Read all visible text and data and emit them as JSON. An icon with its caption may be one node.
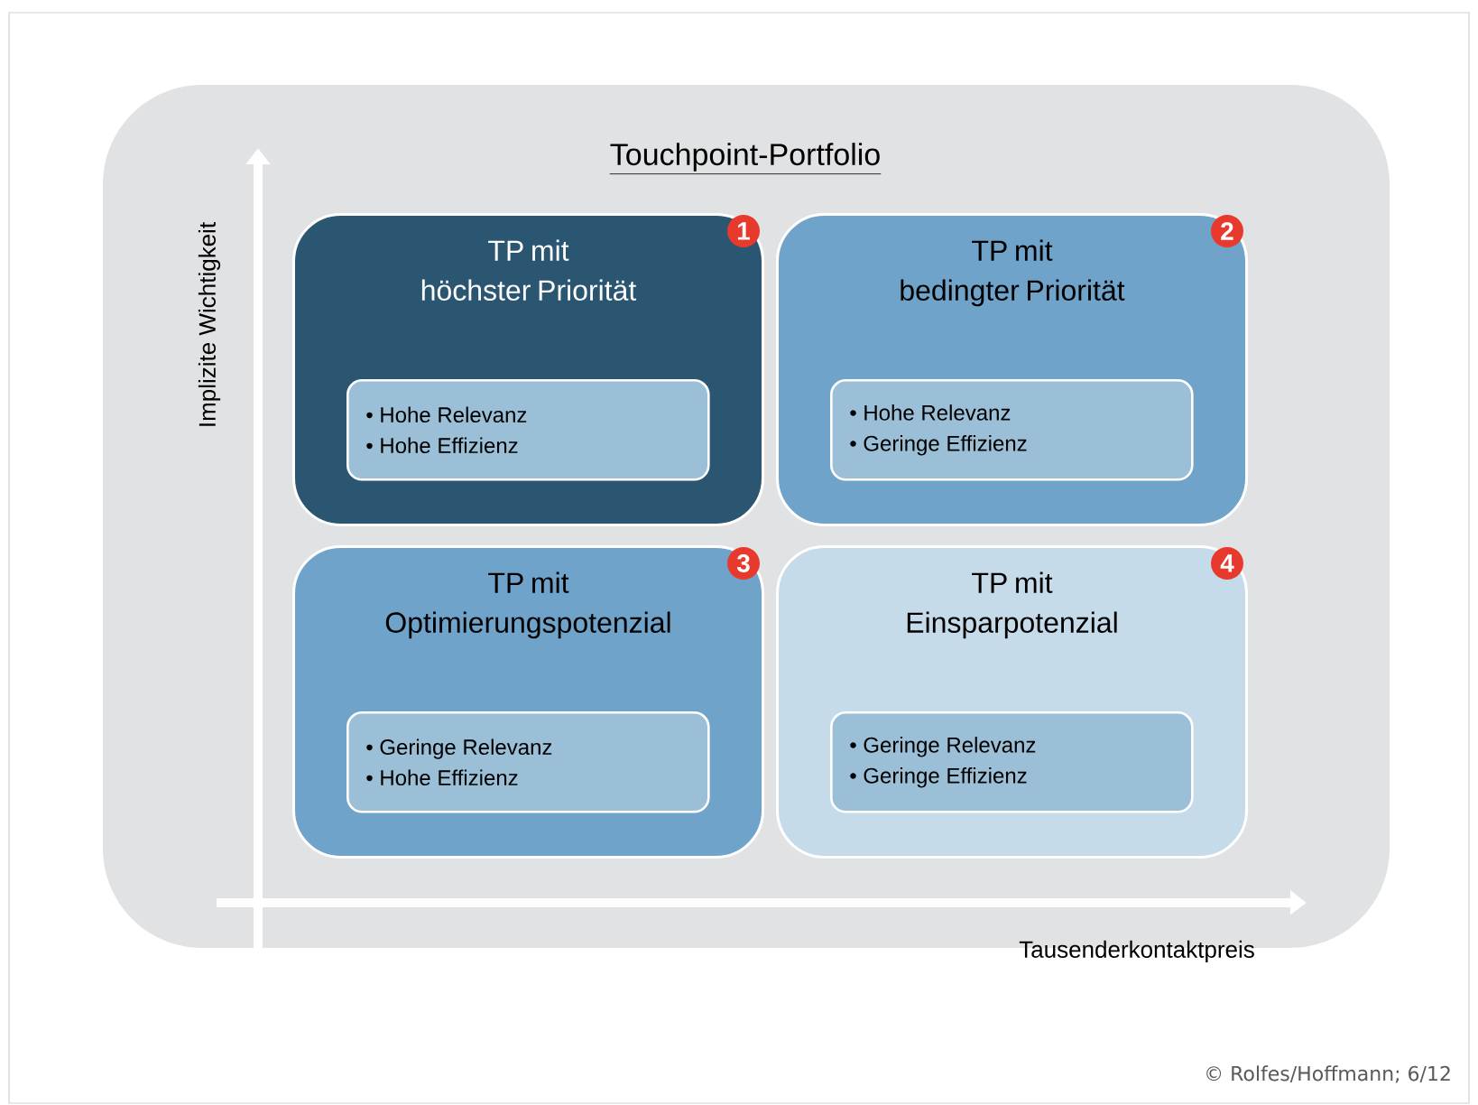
{
  "diagram": {
    "title": "Touchpoint-Portfolio",
    "nodes": [
      {
        "text": [
          "TP mit höchster Priorität"
        ],
        "beside": [
          "1"
        ]
      },
      {
        "text": [
          "• Hohe Relevanz",
          "• Hohe Effizienz"
        ],
        "in": 0
      },
      {
        "text": [
          "TP mit bedingter Priorität"
        ],
        "beside": [
          "2"
        ]
      },
      {
        "text": [
          "• Hohe Relevanz",
          "• Geringe Effizienz"
        ],
        "in": 2
      },
      {
        "text": [
          "TP mit Optimierungspotenzial"
        ],
        "beside": [
          "3"
        ]
      },
      {
        "text": [
          "• Geringe Relevanz",
          "• Hohe Effizienz"
        ],
        "in": 4
      },
      {
        "text": [
          "TP mit Einsparpotenzial"
        ],
        "beside": [
          "4"
        ]
      },
      {
        "text": [
          "• Geringe Relevanz",
          "• Geringe Effizienz"
        ],
        "in": 6
      }
    ],
    "labels": [
      "Implizite Wichtigkeit",
      "Tausenderkontaktpreis",
      "© Rolfes/Hoffmann; 6/12"
    ]
  }
}
